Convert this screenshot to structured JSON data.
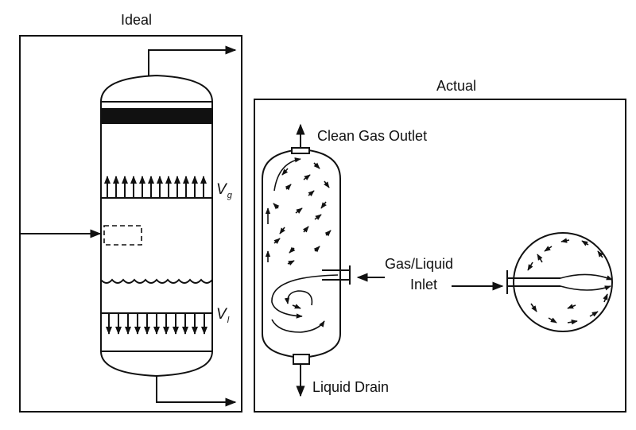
{
  "panels": {
    "ideal_title": "Ideal",
    "actual_title": "Actual"
  },
  "labels": {
    "vapor_symbol": "V",
    "vapor_sub": "g",
    "liquid_symbol": "V",
    "liquid_sub": "l",
    "clean_gas_outlet": "Clean Gas Outlet",
    "gas_liquid_inlet_line1": "Gas/Liquid",
    "gas_liquid_inlet_line2": "Inlet",
    "liquid_drain": "Liquid Drain"
  }
}
